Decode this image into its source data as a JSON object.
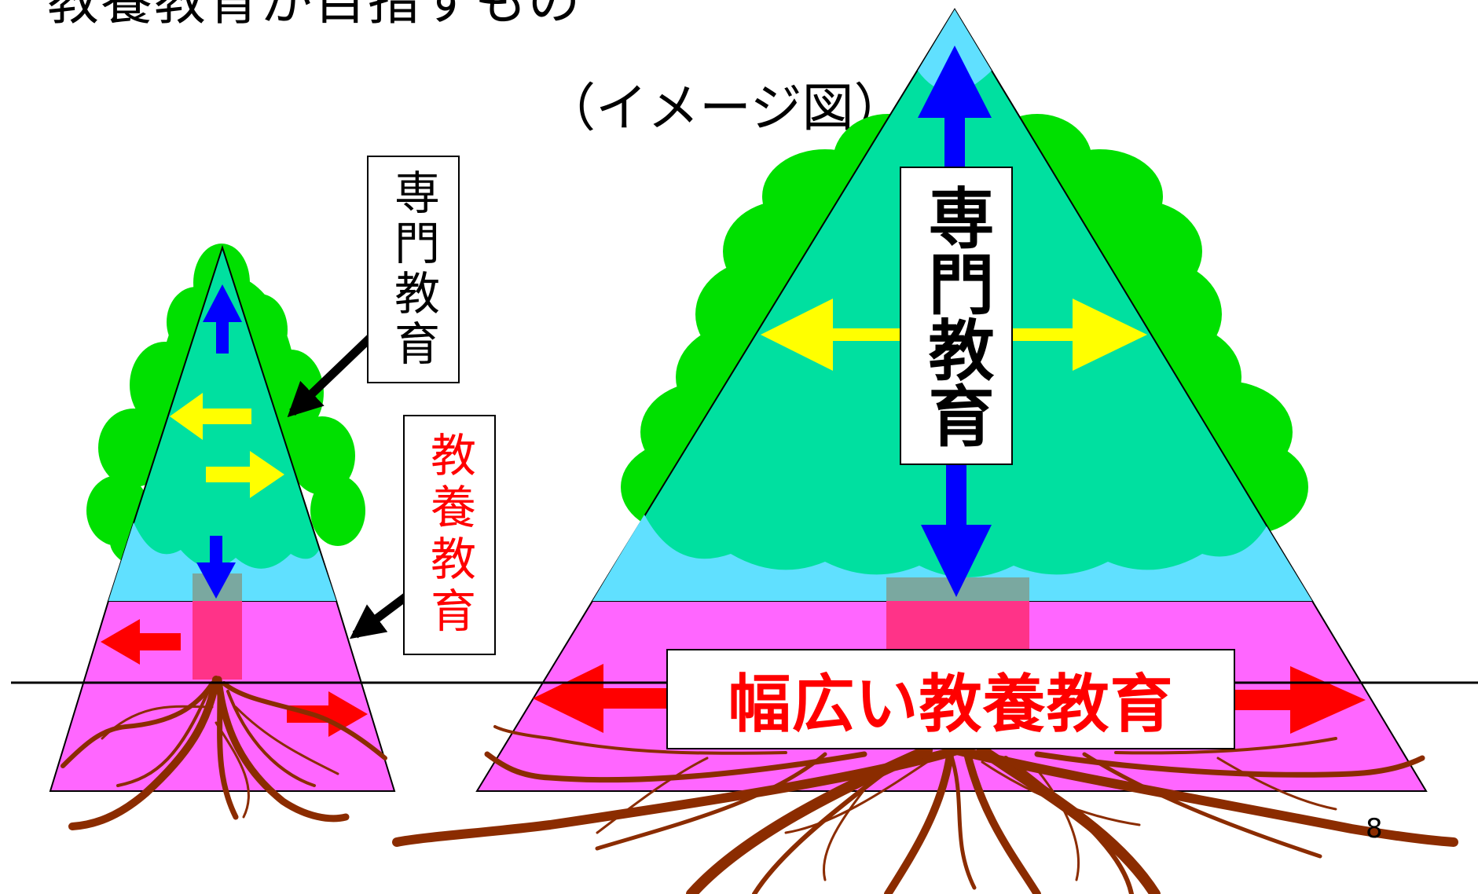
{
  "slide": {
    "title": "教養教育が目指すもの",
    "subtitle": "（イメージ図）",
    "page_number": "8"
  },
  "labels": {
    "small_senmon": "専門教育",
    "small_kyoyo": "教養教育",
    "big_senmon": "専門教育",
    "big_kyoyo": "幅広い教養教育"
  },
  "colors": {
    "tree_green": "#00e000",
    "triangle_teal": "#00e0a0",
    "sky_blue": "#60e0ff",
    "magenta": "#ff66ff",
    "trunk_pink": "#ff3388",
    "root_brown": "#8b2c00",
    "arrow_blue": "#0000ff",
    "arrow_yellow": "#ffff00",
    "arrow_red": "#ff0000"
  }
}
